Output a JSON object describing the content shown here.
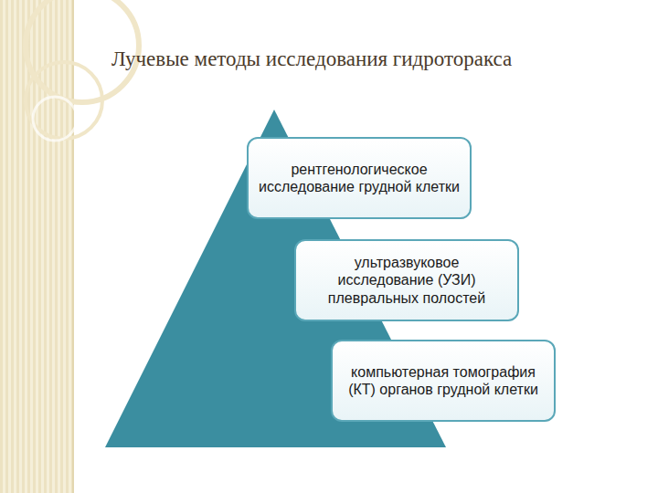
{
  "diagram": {
    "title": "Лучевые методы исследования гидроторакса",
    "nodes": [
      {
        "text": [
          "рентгенологическое исследование грудной клетки"
        ]
      },
      {
        "text": [
          "ультразвуковое исследование (УЗИ) плевральных полостей"
        ]
      },
      {
        "text": [
          "компьютерная томография (КТ) органов грудной клетки"
        ]
      }
    ]
  }
}
